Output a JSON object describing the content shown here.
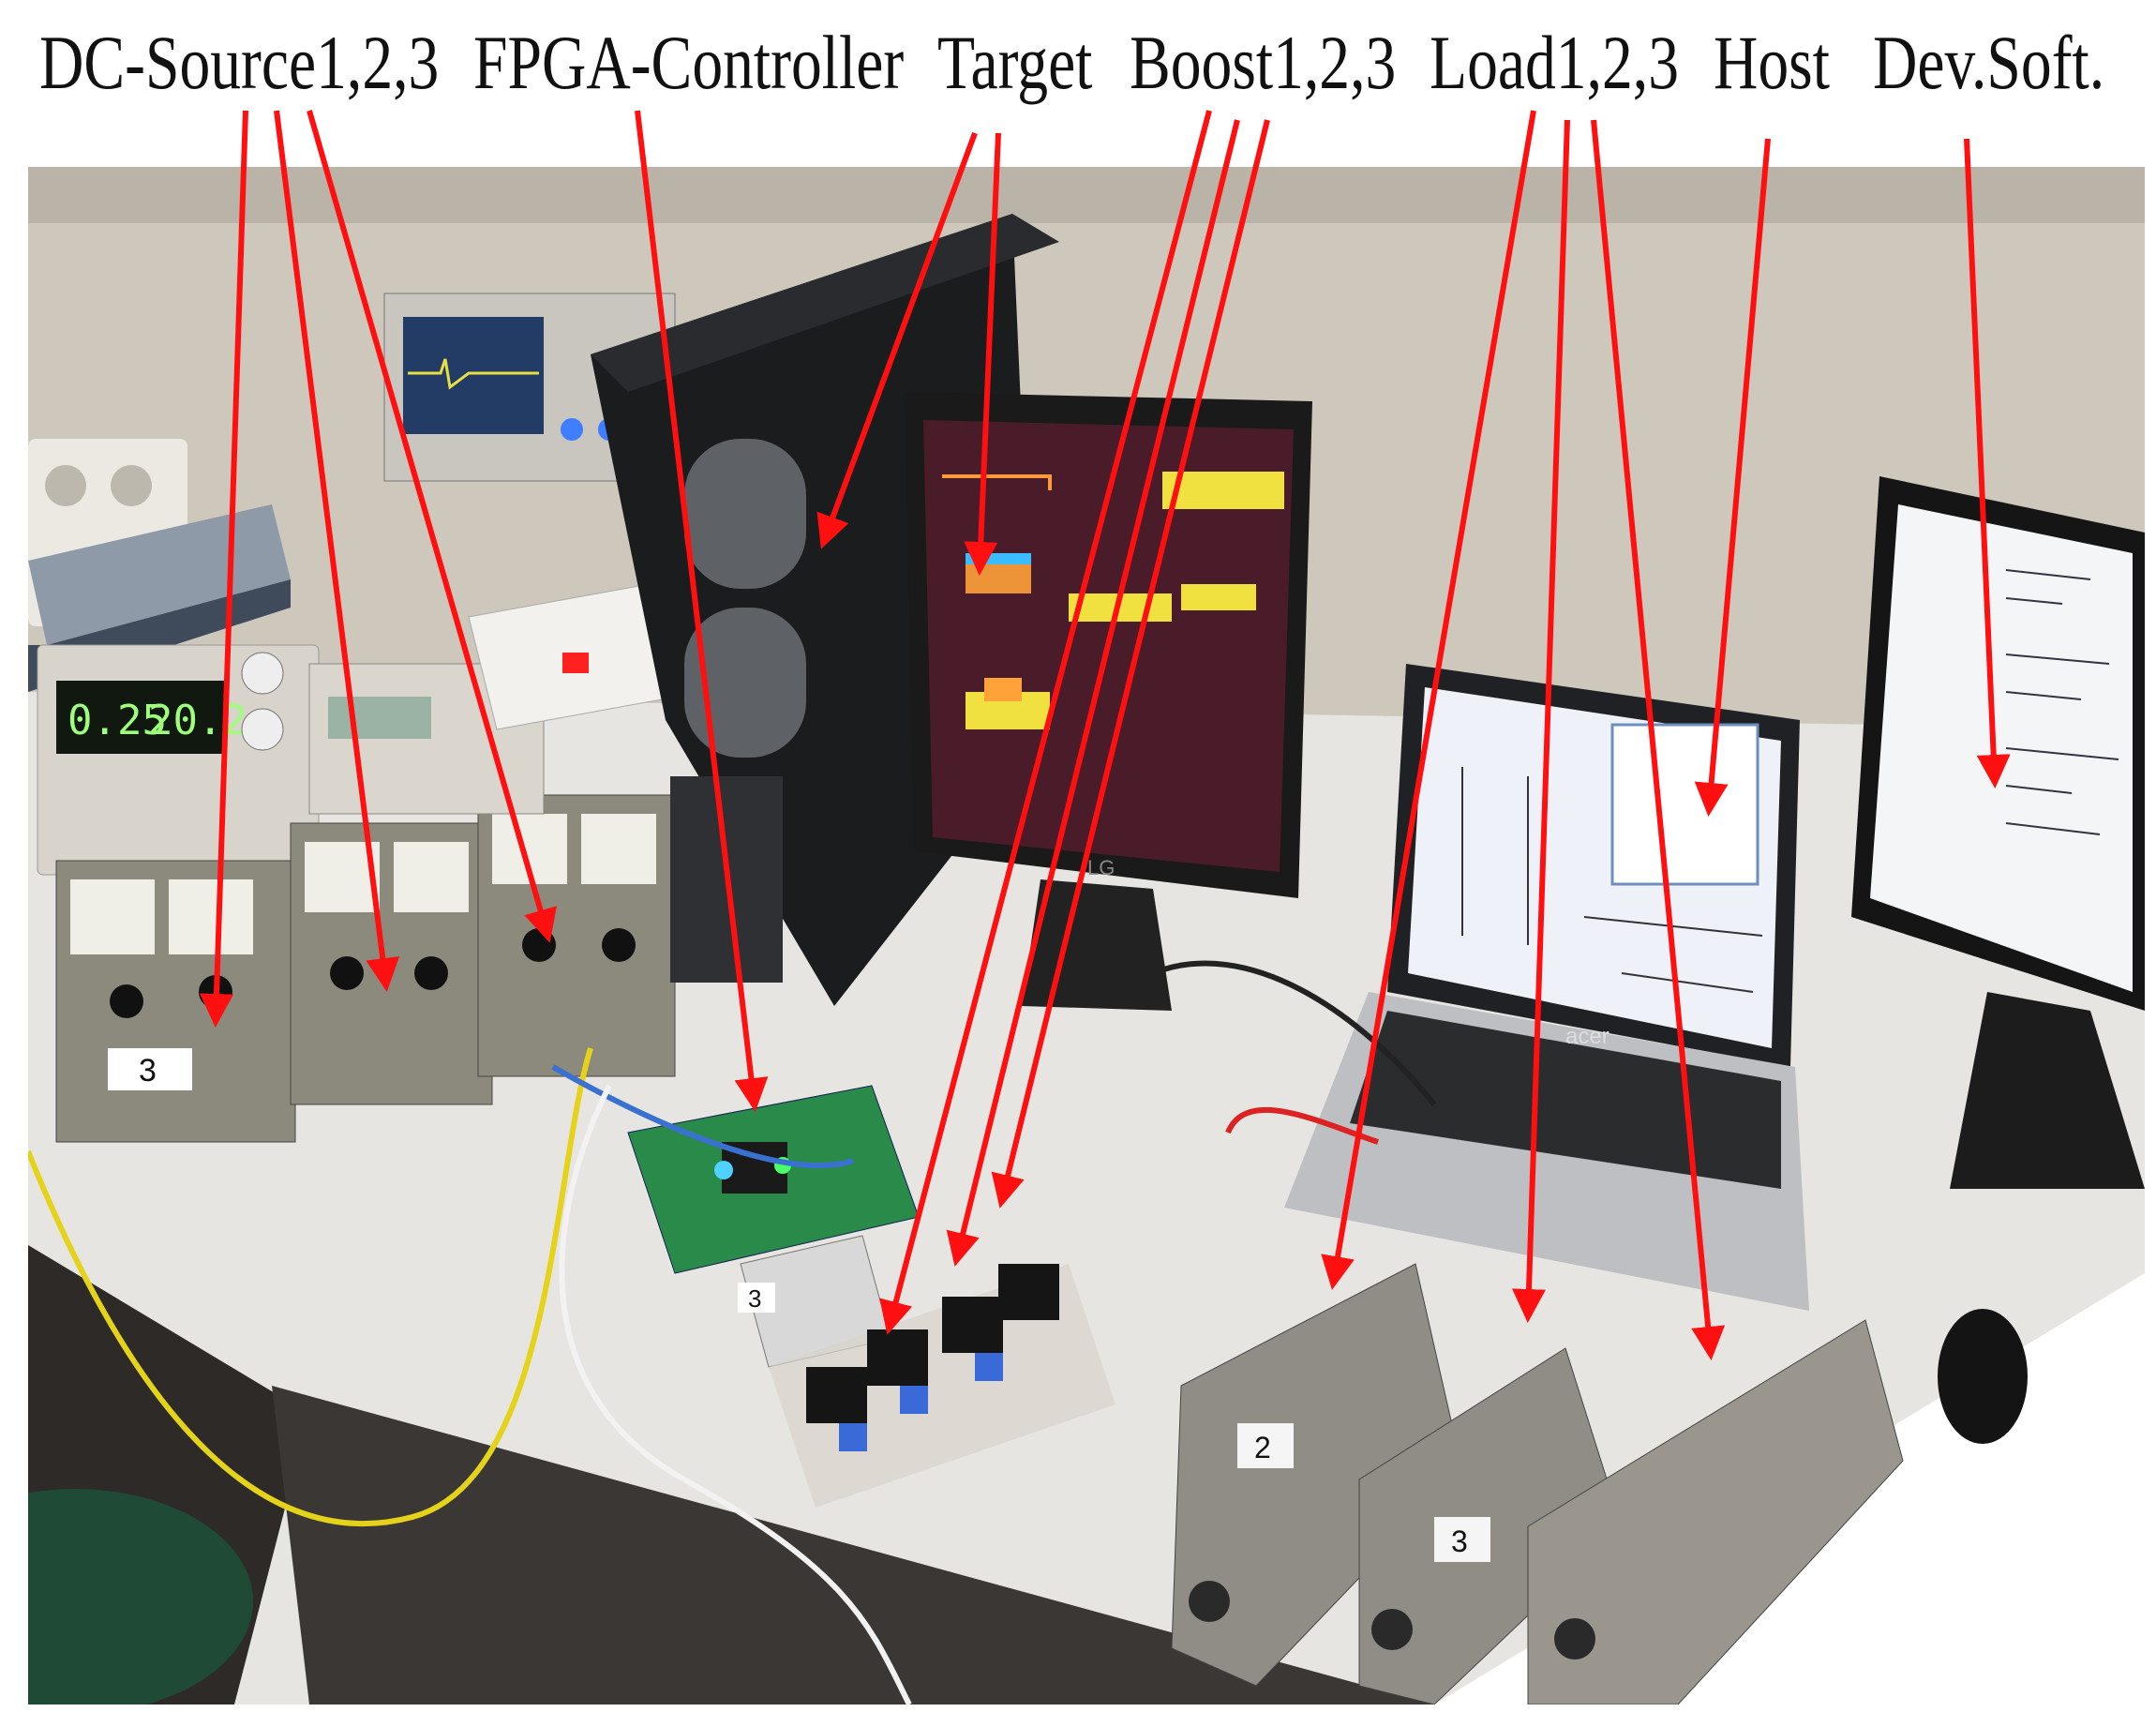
{
  "labels": {
    "dc_source": "DC-Source1,2,3",
    "fpga_controller": "FPGA-Controller",
    "target": "Target",
    "boost": "Boost1,2,3",
    "load": "Load1,2,3",
    "host": "Host",
    "dev_soft": "Dev.Soft."
  },
  "equipment_text": {
    "dc_display_left": "0.25",
    "dc_display_right": "20.2",
    "monitor_brand": "LG",
    "laptop_brand": "acer",
    "rheostat_tags": [
      "2",
      "3"
    ],
    "source_tag": "3",
    "controller_tag": "3"
  },
  "colors": {
    "arrow": "#ff1010",
    "label": "#111111",
    "wall": "#c9c3b8",
    "table": "#e6e4df",
    "scope_bg": "#5a2030"
  }
}
